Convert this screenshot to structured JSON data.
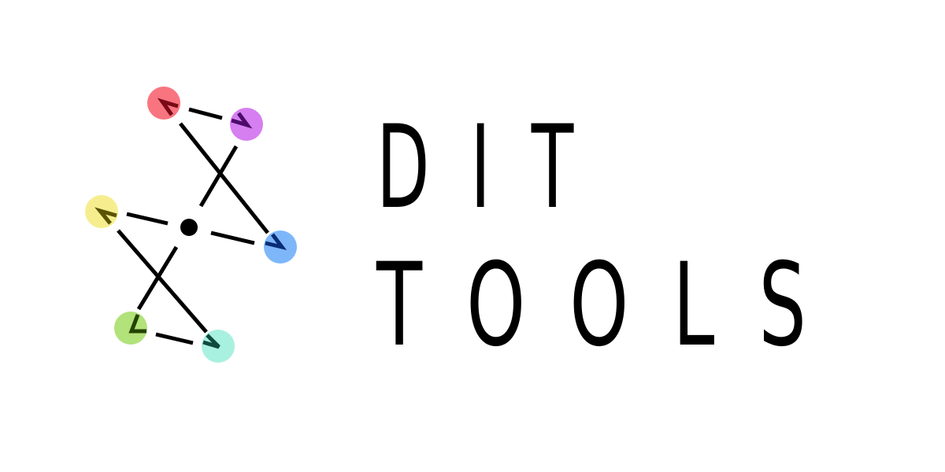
{
  "brand": {
    "line1": "DIT",
    "line2": "TOOLS",
    "text_color": "#000000"
  },
  "logo_mark": {
    "line_color": "#000000",
    "nodes": [
      {
        "name": "red-node",
        "color": "#f87580"
      },
      {
        "name": "purple-node",
        "color": "#d67ff0"
      },
      {
        "name": "yellow-node",
        "color": "#f6ee8e"
      },
      {
        "name": "blue-node",
        "color": "#7eb7f9"
      },
      {
        "name": "green-node",
        "color": "#b2e27a"
      },
      {
        "name": "teal-node",
        "color": "#a8f0df"
      }
    ],
    "center_node_color": "#000000"
  }
}
